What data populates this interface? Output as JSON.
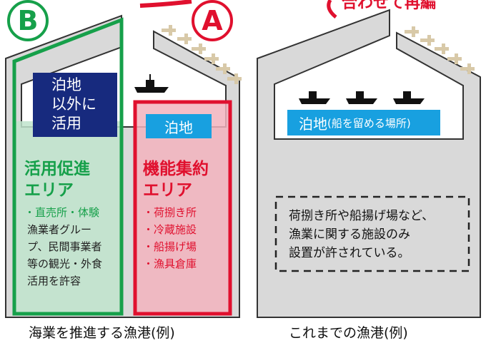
{
  "badges": {
    "b": "B",
    "a": "A"
  },
  "top_text": "合わせて再編",
  "left_harbor": {
    "navy_label": [
      "泊地",
      "以外に",
      "活用"
    ],
    "mooring_label": "泊地",
    "zone_b": {
      "title": [
        "活用促進",
        "エリア"
      ],
      "items": [
        "・直売所・体験",
        "漁業者グルー",
        "プ、民間事業者",
        "等の観光・外食",
        "活用を許容"
      ]
    },
    "zone_a": {
      "title": [
        "機能集約",
        "エリア"
      ],
      "items": [
        "・荷捌き所",
        "・冷蔵施設",
        "・船揚げ場",
        "・漁具倉庫"
      ]
    },
    "caption": "海業を推進する漁港(例)"
  },
  "right_harbor": {
    "mooring_label": "泊地",
    "mooring_note": "(船を留める場所)",
    "notice": [
      "荷捌き所や船揚げ場など、",
      "漁業に関する施設のみ",
      "設置が許されている。"
    ],
    "caption": "これまでの漁港(例)"
  },
  "colors": {
    "green": "#16a04a",
    "red": "#e0102e",
    "navy": "#172a7e",
    "blue": "#18a0e0",
    "pier": "#d9d9d9",
    "tetrapod": "#d8c9a8"
  }
}
